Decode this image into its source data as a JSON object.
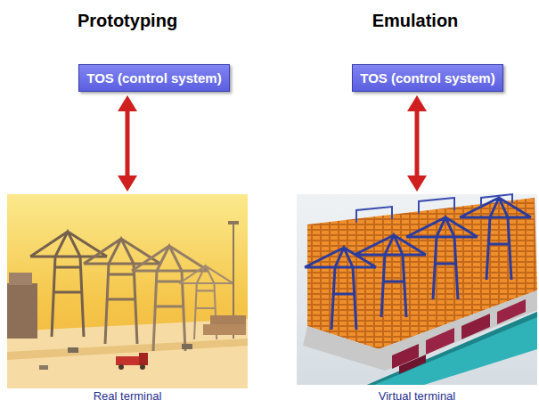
{
  "diagram": {
    "nodes": [
      {
        "text": [
          "TOS (control system)"
        ]
      },
      {
        "text": [
          "TOS (control system)"
        ]
      },
      {
        "text": [
          "Real terminal"
        ]
      },
      {
        "text": [
          "Virtual terminal"
        ]
      }
    ],
    "edges": [
      {
        "from": 0,
        "to": 2,
        "arrow": "both"
      },
      {
        "from": 1,
        "to": 3,
        "arrow": "both"
      }
    ],
    "labels": [
      "Prototyping",
      "Emulation"
    ]
  }
}
